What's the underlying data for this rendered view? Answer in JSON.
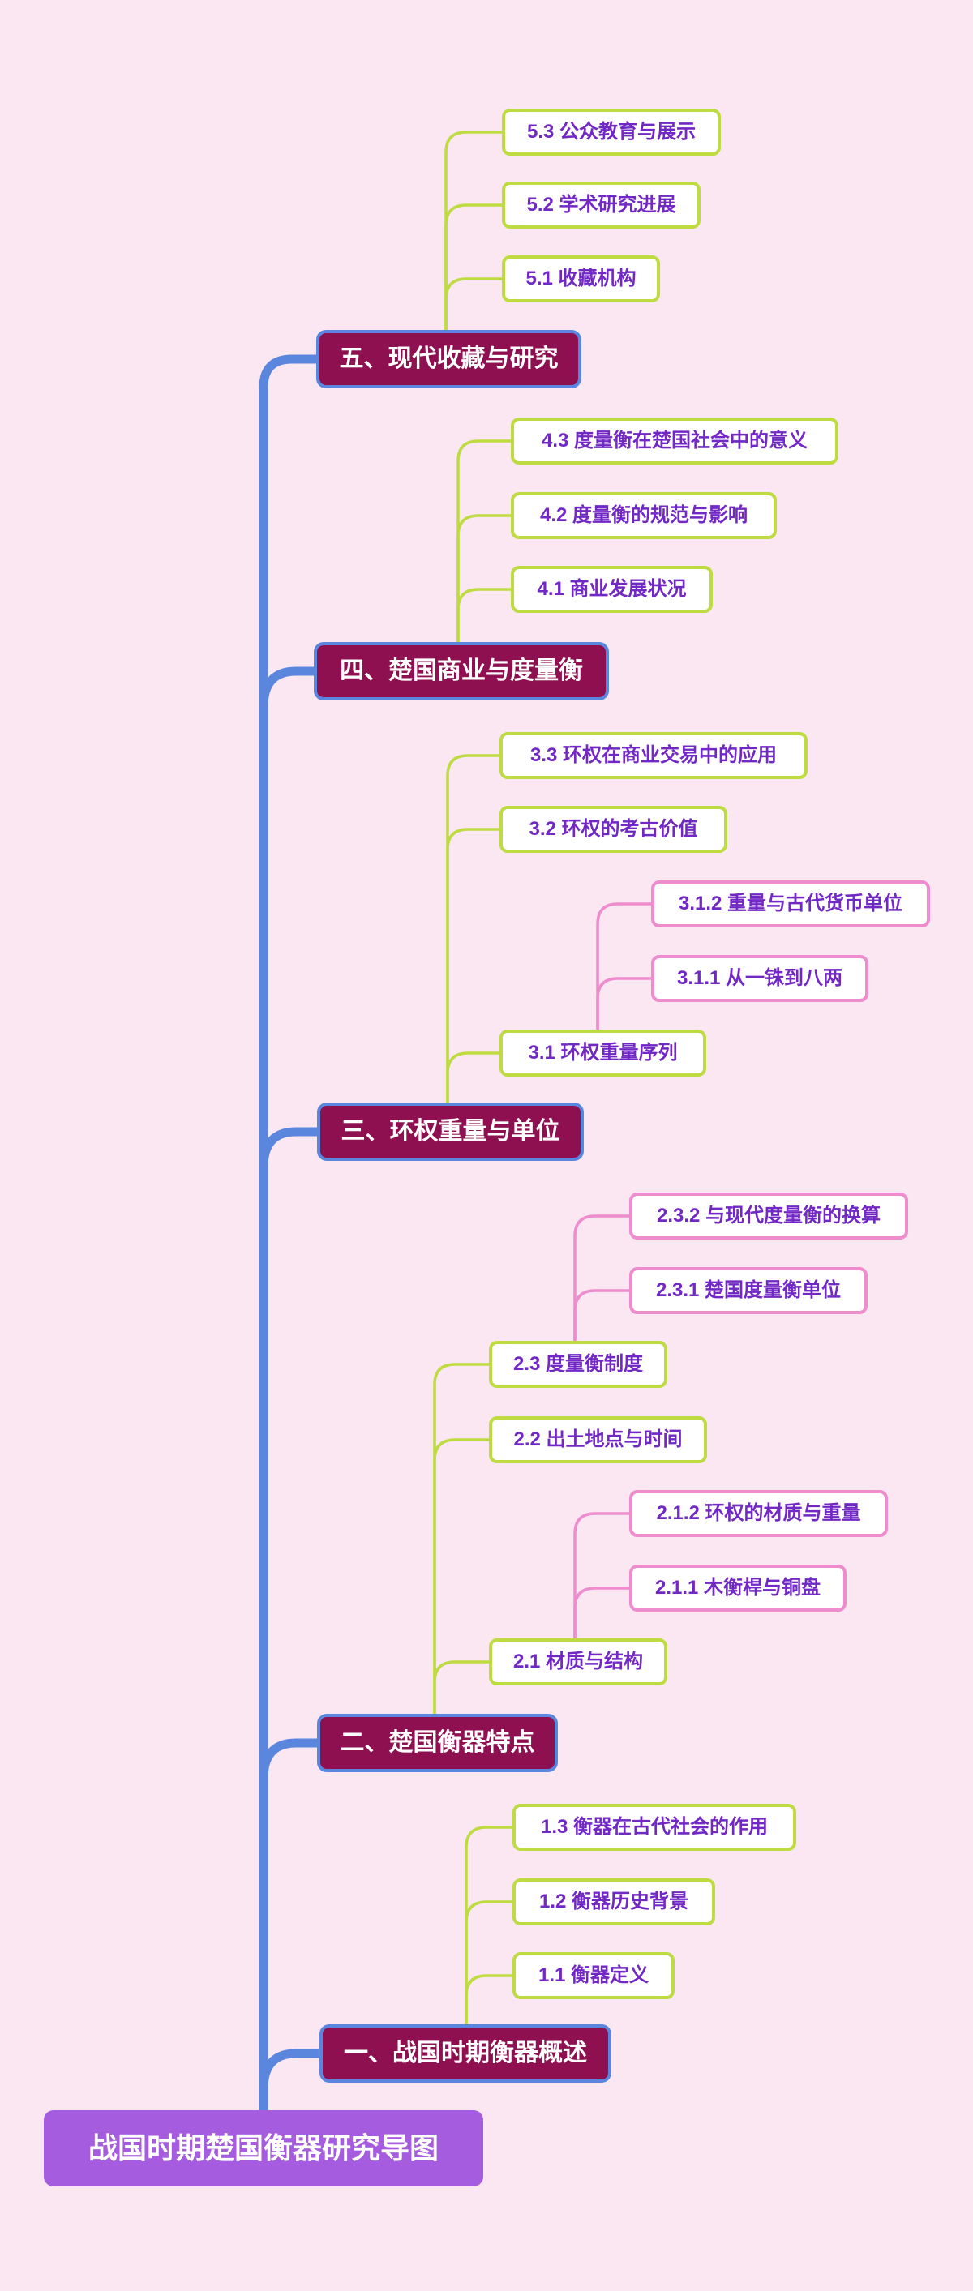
{
  "title": "战国时期楚国衡器研究导图",
  "root": {
    "label": "战国时期楚国衡器研究导图"
  },
  "branches": [
    {
      "label": "一、战国时期衡器概述",
      "children": [
        {
          "label": "1.1 衡器定义"
        },
        {
          "label": "1.2 衡器历史背景"
        },
        {
          "label": "1.3 衡器在古代社会的作用"
        }
      ]
    },
    {
      "label": "二、楚国衡器特点",
      "children": [
        {
          "label": "2.1 材质与结构",
          "children": [
            {
              "label": "2.1.1 木衡桿与铜盘"
            },
            {
              "label": "2.1.2 环权的材质与重量"
            }
          ]
        },
        {
          "label": "2.2 出土地点与时间"
        },
        {
          "label": "2.3 度量衡制度",
          "children": [
            {
              "label": "2.3.1 楚国度量衡单位"
            },
            {
              "label": "2.3.2 与现代度量衡的换算"
            }
          ]
        }
      ]
    },
    {
      "label": "三、环权重量与单位",
      "children": [
        {
          "label": "3.1 环权重量序列",
          "children": [
            {
              "label": "3.1.1 从一铢到八两"
            },
            {
              "label": "3.1.2 重量与古代货币单位"
            }
          ]
        },
        {
          "label": "3.2 环权的考古价值"
        },
        {
          "label": "3.3 环权在商业交易中的应用"
        }
      ]
    },
    {
      "label": "四、楚国商业与度量衡",
      "children": [
        {
          "label": "4.1 商业发展状况"
        },
        {
          "label": "4.2 度量衡的规范与影响"
        },
        {
          "label": "4.3 度量衡在楚国社会中的意义"
        }
      ]
    },
    {
      "label": "五、现代收藏与研究",
      "children": [
        {
          "label": "5.1 收藏机构"
        },
        {
          "label": "5.2 学术研究进展"
        },
        {
          "label": "5.3 公众教育与展示"
        }
      ]
    }
  ],
  "colors": {
    "background": "#fae7f1",
    "trunk_blue": "#5b86de",
    "main_fill": "#8e1050",
    "main_border": "#5b86de",
    "branch_lime": "#bedb42",
    "branch_pink": "#ee8ccd",
    "text_purple": "#7228c4",
    "root_fill": "#a55cdf",
    "text_white": "#ffffff"
  }
}
